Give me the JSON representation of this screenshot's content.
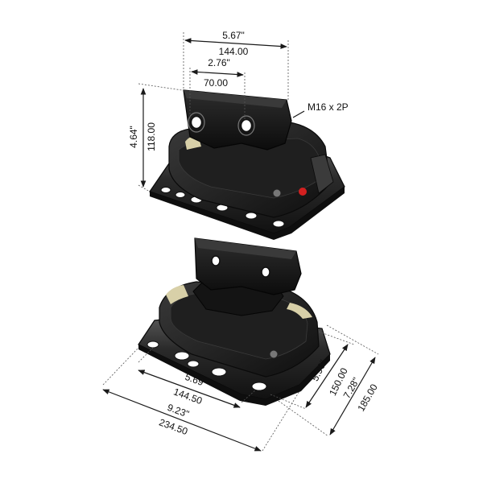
{
  "top_mount": {
    "width_in": "5.67\"",
    "width_mm": "144.00",
    "bolt_spacing_in": "2.76\"",
    "bolt_spacing_mm": "70.00",
    "height_in": "4.64\"",
    "height_mm": "118.00",
    "stud_label": "M16 x 2P"
  },
  "bottom_mount": {
    "hole_spacing_in": "5.69\"",
    "hole_spacing_mm": "144.50",
    "base_length_in": "9.23\"",
    "base_length_mm": "234.50",
    "depth_inner_in": "5.90\"",
    "depth_inner_mm": "150.00",
    "depth_outer_in": "7.28\"",
    "depth_outer_mm": "185.00"
  },
  "colors": {
    "rubber": "#1c1c1c",
    "metal": "#262626",
    "accent_dot": "#d32020",
    "insert": "#d8d0a8"
  }
}
